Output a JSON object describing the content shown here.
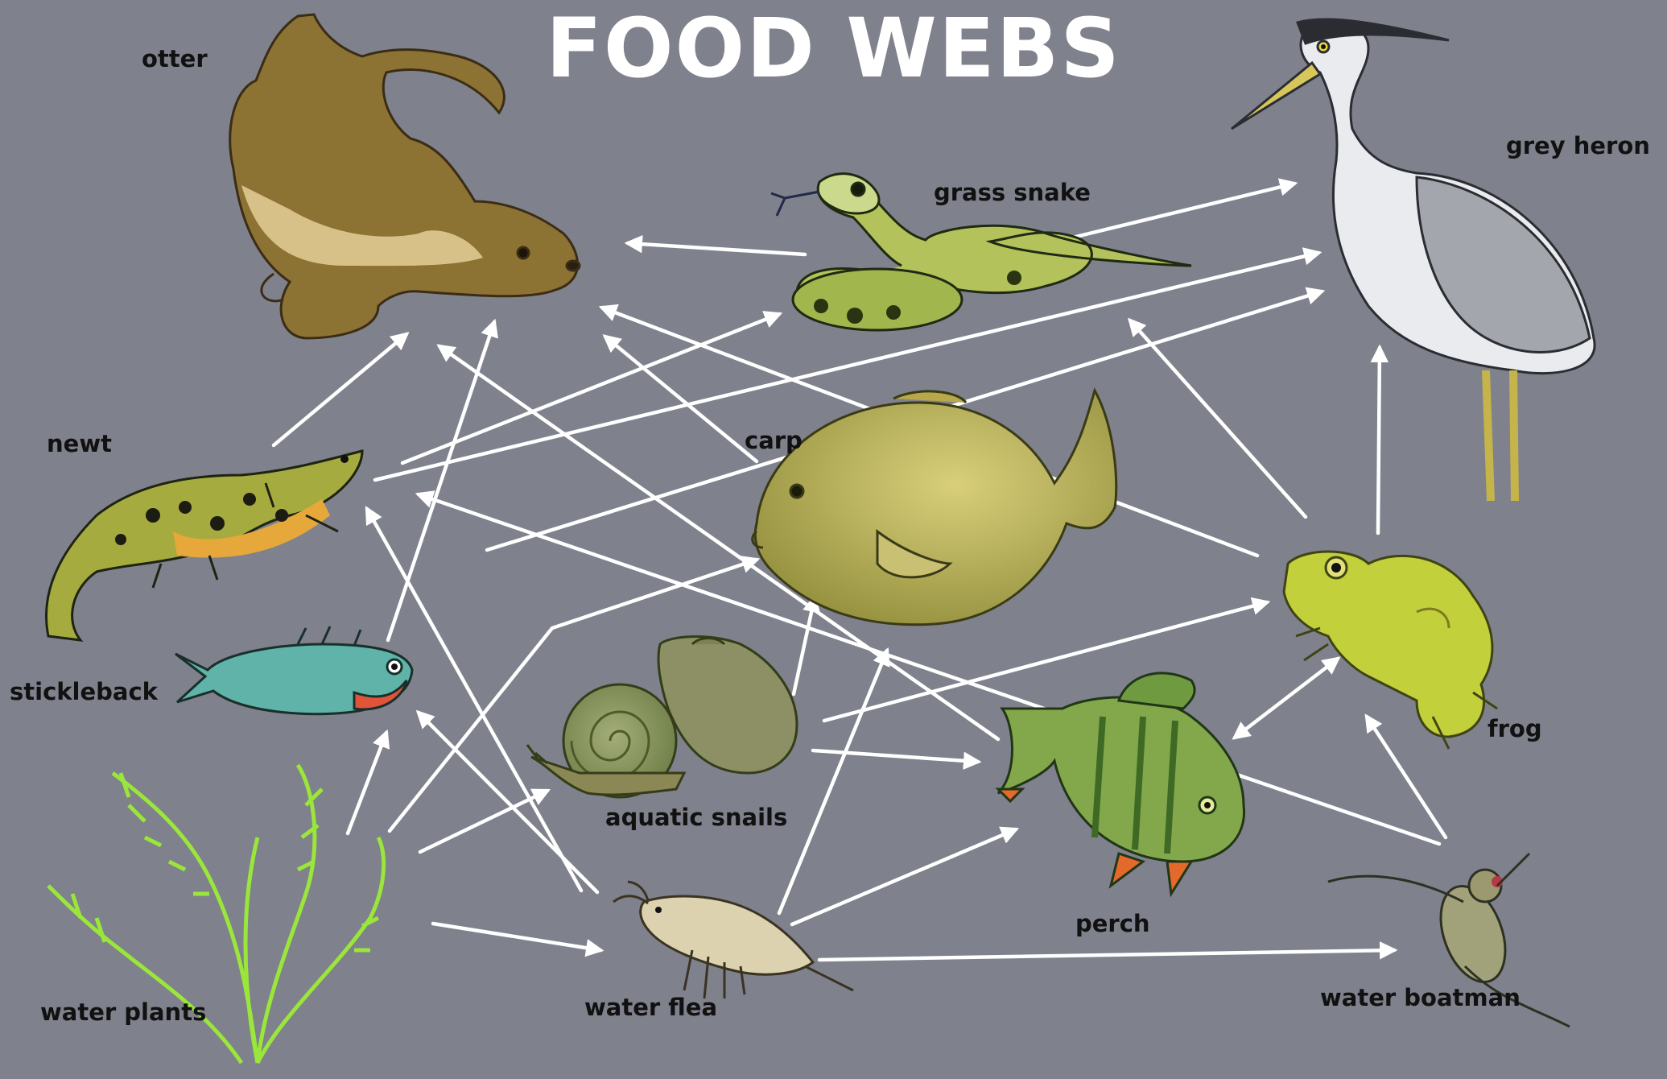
{
  "title": "FOOD WEBS",
  "labels": {
    "otter": "otter",
    "grass_snake": "grass snake",
    "grey_heron": "grey heron",
    "newt": "newt",
    "carp": "carp",
    "stickleback": "stickleback",
    "frog": "frog",
    "aquatic_snails": "aquatic snails",
    "perch": "perch",
    "water_plants": "water plants",
    "water_flea": "water flea",
    "water_boatman": "water boatman"
  },
  "colors": {
    "background": "#7f818c",
    "arrow": "#ffffff",
    "title": "#ffffff",
    "label": "#111111"
  },
  "links": [
    {
      "from": "grass snake",
      "to": "otter"
    },
    {
      "from": "grass snake",
      "to": "grey heron"
    },
    {
      "from": "newt",
      "to": "otter"
    },
    {
      "from": "newt",
      "to": "grass snake"
    },
    {
      "from": "newt",
      "to": "grey heron"
    },
    {
      "from": "stickleback",
      "to": "otter"
    },
    {
      "from": "stickleback",
      "to": "grey heron"
    },
    {
      "from": "carp",
      "to": "otter"
    },
    {
      "from": "frog",
      "to": "otter"
    },
    {
      "from": "frog",
      "to": "grass snake"
    },
    {
      "from": "frog",
      "to": "grey heron"
    },
    {
      "from": "perch",
      "to": "otter"
    },
    {
      "from": "perch",
      "to": "frog"
    },
    {
      "from": "water boatman",
      "to": "newt"
    },
    {
      "from": "water boatman",
      "to": "frog"
    },
    {
      "from": "water plants",
      "to": "stickleback"
    },
    {
      "from": "water plants",
      "to": "carp"
    },
    {
      "from": "water plants",
      "to": "aquatic snails"
    },
    {
      "from": "water plants",
      "to": "water flea"
    },
    {
      "from": "aquatic snails",
      "to": "carp"
    },
    {
      "from": "aquatic snails",
      "to": "perch"
    },
    {
      "from": "aquatic snails",
      "to": "frog"
    },
    {
      "from": "water flea",
      "to": "newt"
    },
    {
      "from": "water flea",
      "to": "stickleback"
    },
    {
      "from": "water flea",
      "to": "carp"
    },
    {
      "from": "water flea",
      "to": "perch"
    },
    {
      "from": "water flea",
      "to": "water boatman"
    }
  ]
}
